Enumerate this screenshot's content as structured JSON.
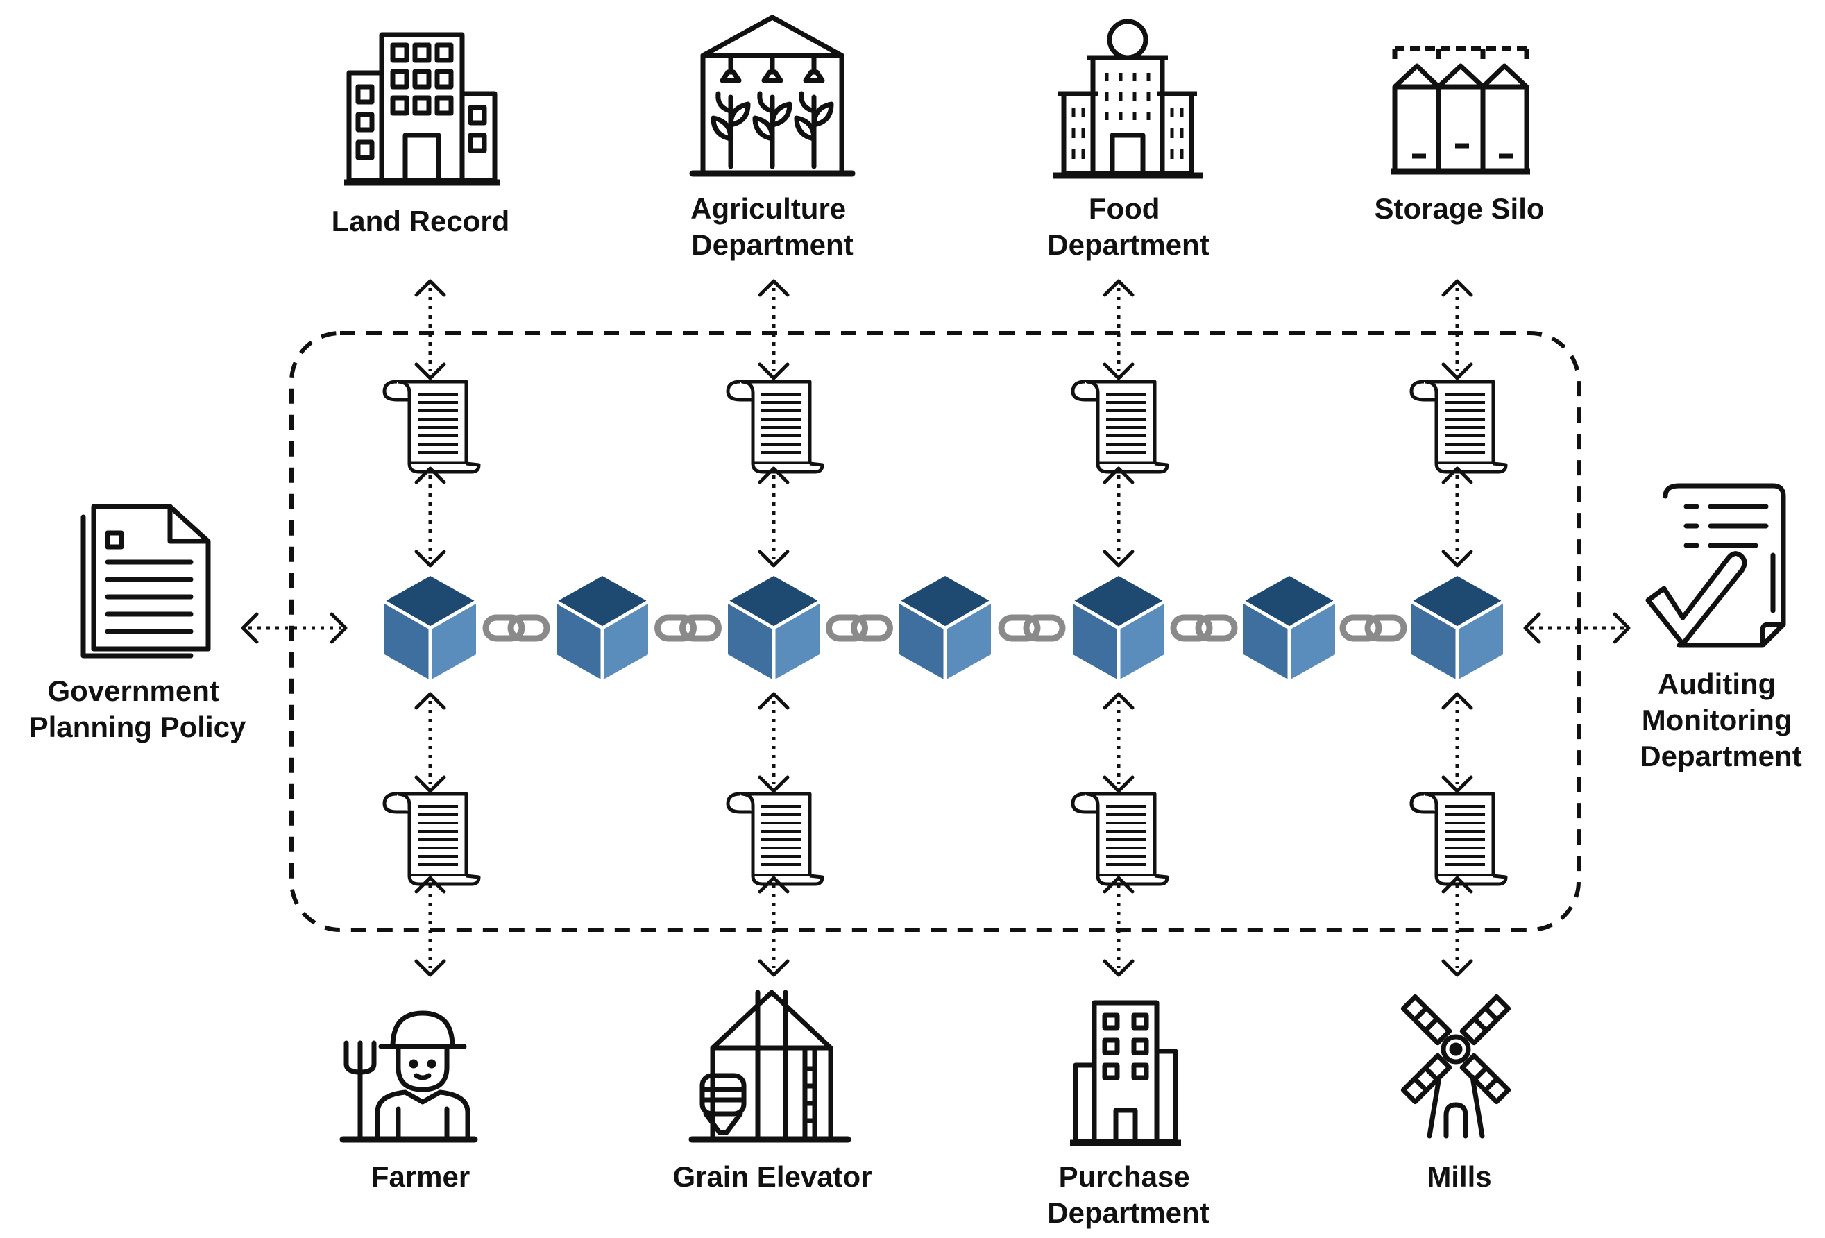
{
  "nodes": {
    "top": [
      {
        "id": "land-record",
        "icon": "office-building-icon",
        "label_lines": [
          "Land Record"
        ]
      },
      {
        "id": "agriculture-department",
        "icon": "greenhouse-icon",
        "label_lines": [
          "Agriculture",
          "Department"
        ]
      },
      {
        "id": "food-department",
        "icon": "domed-building-icon",
        "label_lines": [
          "Food",
          "Department"
        ]
      },
      {
        "id": "storage-silo",
        "icon": "silo-icon",
        "label_lines": [
          "Storage Silo"
        ]
      }
    ],
    "bottom": [
      {
        "id": "farmer",
        "icon": "farmer-icon",
        "label_lines": [
          "Farmer"
        ]
      },
      {
        "id": "grain-elevator",
        "icon": "grain-elevator-icon",
        "label_lines": [
          "Grain Elevator"
        ]
      },
      {
        "id": "purchase-department",
        "icon": "tower-building-icon",
        "label_lines": [
          "Purchase",
          "Department"
        ]
      },
      {
        "id": "mills",
        "icon": "windmill-icon",
        "label_lines": [
          "Mills"
        ]
      }
    ],
    "left": {
      "id": "government-planning-policy",
      "icon": "policy-document-icon",
      "label_lines": [
        "Government",
        "Planning Policy"
      ]
    },
    "right": {
      "id": "auditing-monitoring-department",
      "icon": "audit-checkmark-icon",
      "label_lines": [
        "Auditing",
        "Monitoring",
        "Department"
      ]
    }
  },
  "blockchain": {
    "block_count": 7,
    "block_icon": "block-cube-icon",
    "link_icon": "chain-link-icon",
    "ledger_icon": "scroll-ledger-icon"
  },
  "colors": {
    "block_top": "#1e4a72",
    "block_left": "#3e6f9e",
    "block_right": "#5a8cbc",
    "chain": "#8a8a8a",
    "line": "#111111"
  }
}
